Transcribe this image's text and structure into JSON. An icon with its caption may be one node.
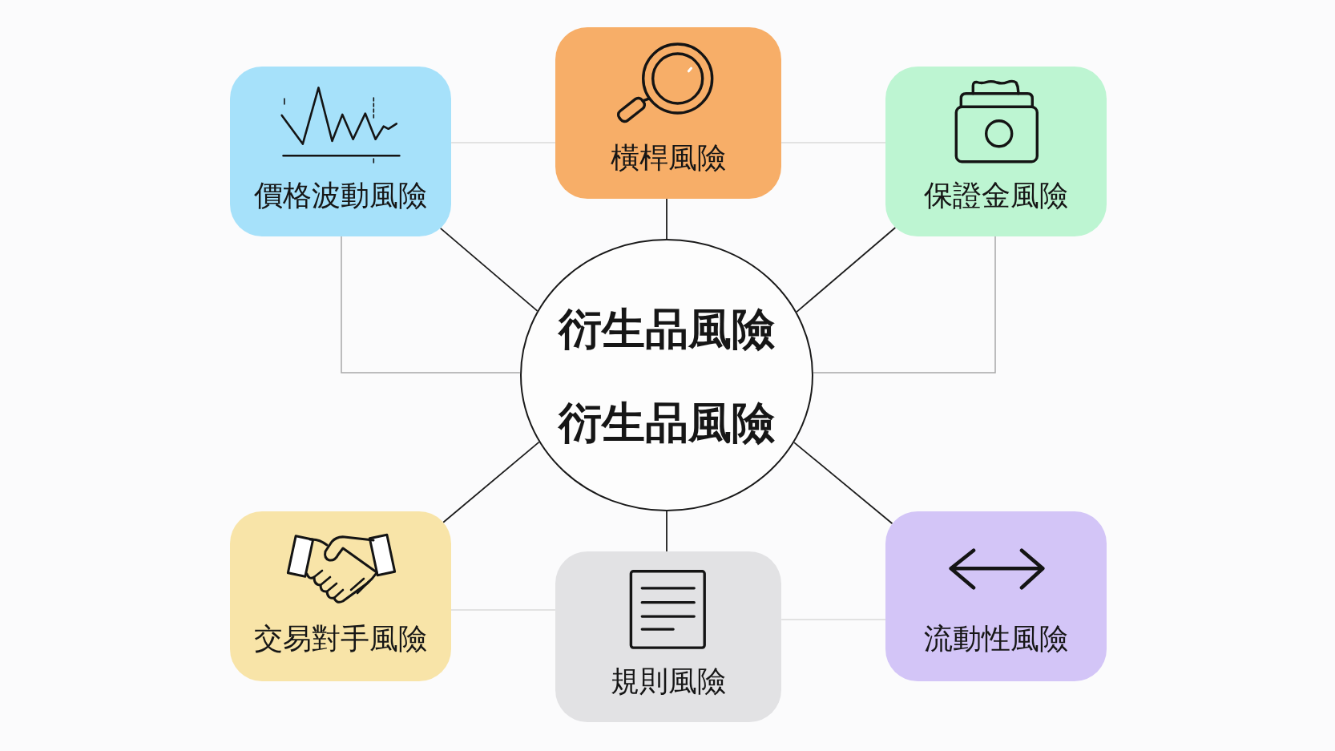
{
  "diagram": {
    "nodes": [
      {
        "text": [
          "價格波動風險"
        ]
      },
      {
        "text": [
          "橫桿風險"
        ]
      },
      {
        "text": [
          "保證金風險"
        ]
      },
      {
        "text": [
          "衍生品風險",
          "衍生品風險"
        ]
      },
      {
        "text": [
          "交易對手風險"
        ]
      },
      {
        "text": [
          "規則風險"
        ]
      },
      {
        "text": [
          "流動性風險"
        ]
      }
    ],
    "edges": [
      {
        "from": 3,
        "to": 0,
        "arrow": "none"
      },
      {
        "from": 3,
        "to": 1,
        "arrow": "none"
      },
      {
        "from": 3,
        "to": 2,
        "arrow": "none"
      },
      {
        "from": 3,
        "to": 4,
        "arrow": "none"
      },
      {
        "from": 3,
        "to": 6,
        "arrow": "none"
      },
      {
        "from": 3,
        "to": 5,
        "arrow": "none"
      },
      {
        "from": 0,
        "to": 3,
        "arrow": "none",
        "color": "#a8a8a8"
      },
      {
        "from": 2,
        "to": 3,
        "arrow": "none",
        "color": "#a8a8a8"
      },
      {
        "from": 0,
        "to": 1,
        "arrow": "none",
        "color": "#dadada"
      },
      {
        "from": 1,
        "to": 2,
        "arrow": "none",
        "color": "#dadada"
      },
      {
        "from": 4,
        "to": 5,
        "arrow": "none",
        "color": "#dadada"
      },
      {
        "from": 5,
        "to": 6,
        "arrow": "none",
        "color": "#dadada"
      }
    ]
  }
}
